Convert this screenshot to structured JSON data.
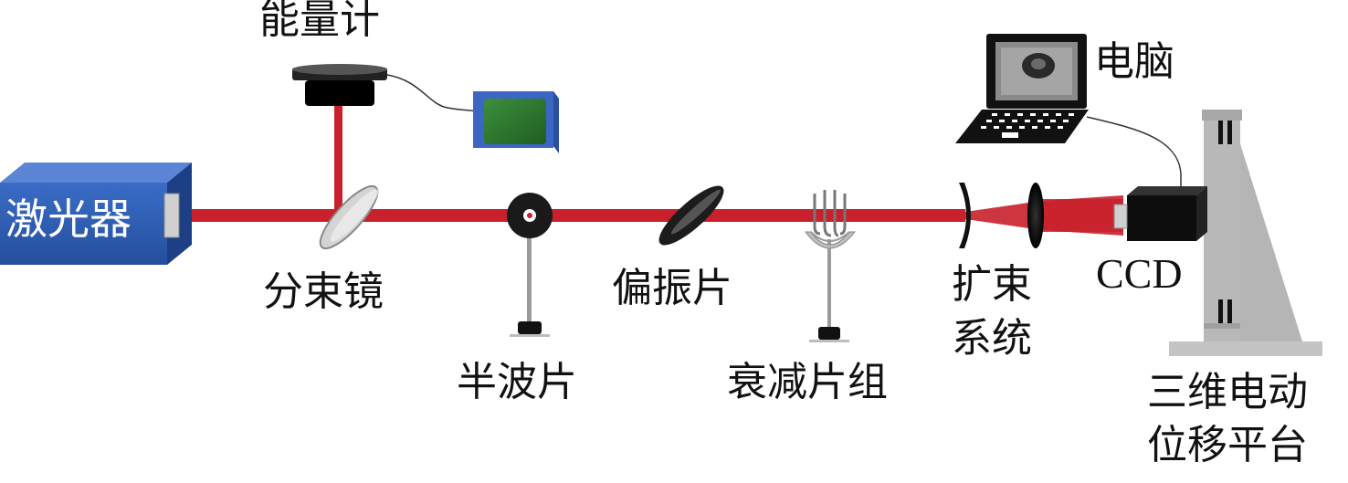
{
  "labels": {
    "energy_meter": "能量计",
    "laser": "激光器",
    "beam_splitter": "分束镜",
    "half_wave_plate": "半波片",
    "polarizer": "偏振片",
    "attenuator_group": "衰减片组",
    "beam_expander_line1": "扩束",
    "beam_expander_line2": "系统",
    "computer": "电脑",
    "ccd": "CCD",
    "stage_line1": "三维电动",
    "stage_line2": "位移平台"
  },
  "colors": {
    "beam": "#c8202c",
    "laser_front": "#2f5fb7",
    "laser_top": "#5d85d6",
    "laser_side": "#1d3f86",
    "optic_gray": "#c8c8c8",
    "dark": "#111111",
    "stage_gray": "#b8b8b8",
    "screen_green": "#2f7a2f",
    "monitor_blue": "#3b66c4"
  },
  "icons": {
    "laser": "laser-box-icon",
    "energy_meter": "energy-meter-head-icon",
    "meter_display": "meter-display-icon",
    "computer": "laptop-icon",
    "ccd": "ccd-camera-icon"
  }
}
